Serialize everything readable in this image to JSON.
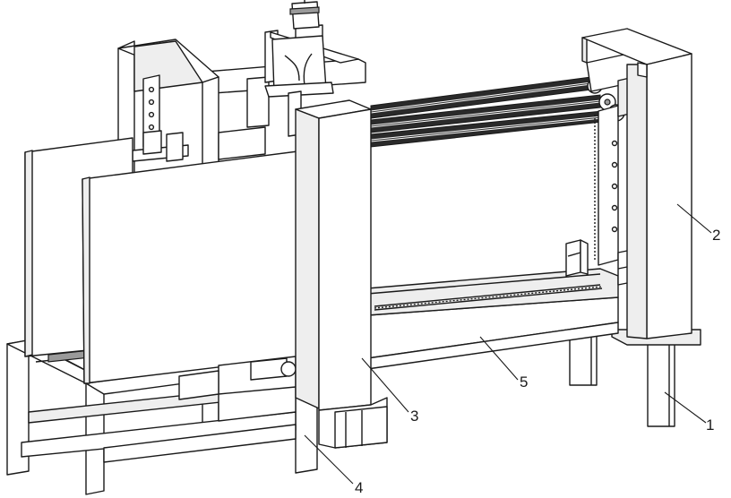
{
  "callouts": [
    {
      "id": "1",
      "text": "1"
    },
    {
      "id": "2",
      "text": "2"
    },
    {
      "id": "3",
      "text": "3"
    },
    {
      "id": "4",
      "text": "4"
    },
    {
      "id": "5",
      "text": "5"
    }
  ],
  "colors": {
    "line": "#1a1a1a",
    "panel": "#ffffff",
    "shade": "#eeeeee",
    "bristle": "#2a2a2a"
  },
  "parts": {
    "1": "support-leg",
    "2": "right-column",
    "3": "middle-column",
    "4": "left-base-frame",
    "5": "lower-rail-beam"
  }
}
